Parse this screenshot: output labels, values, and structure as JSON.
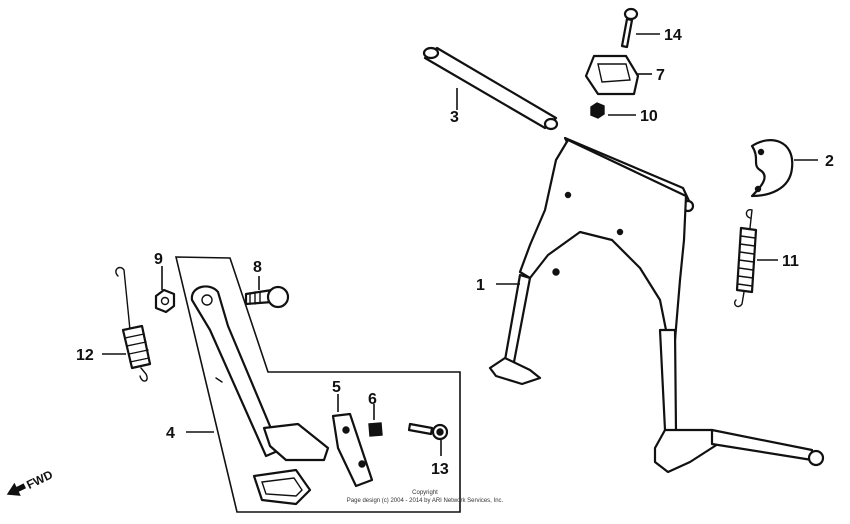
{
  "callouts": {
    "c1": "1",
    "c2": "2",
    "c3": "3",
    "c4": "4",
    "c5": "5",
    "c6": "6",
    "c7": "7",
    "c8": "8",
    "c9": "9",
    "c10": "10",
    "c11": "11",
    "c12": "12",
    "c13": "13",
    "c14": "14"
  },
  "fwd_label": "FWD",
  "copyright": {
    "line1": "Copyright",
    "line2": "Page design (c) 2004 - 2014 by ARI Network Services, Inc."
  }
}
